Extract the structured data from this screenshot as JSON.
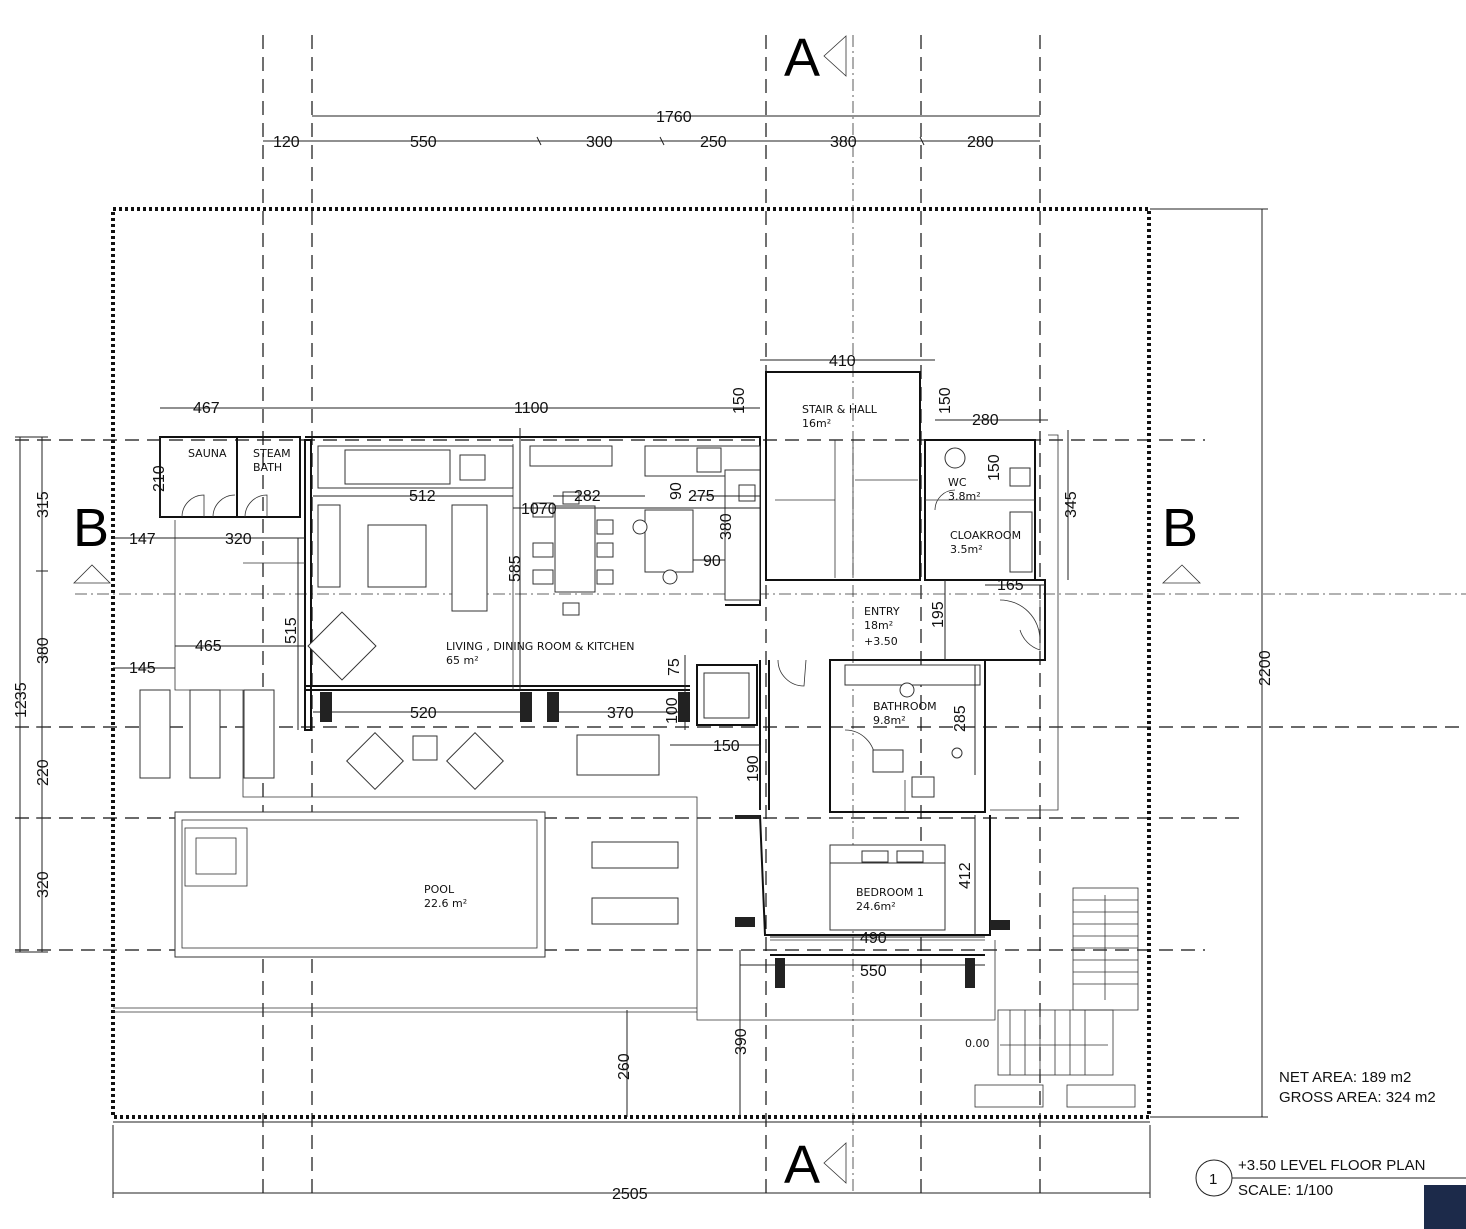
{
  "sections": {
    "a_top": "A",
    "a_bottom": "A",
    "b_left": "B",
    "b_right": "B"
  },
  "top_dims": {
    "overall": "1760",
    "d1": "120",
    "d2": "550",
    "d3": "300",
    "d4": "250",
    "d5": "380",
    "d6": "280"
  },
  "left_dims": {
    "overall": "1235",
    "d1": "315",
    "d2": "380",
    "d3": "220",
    "d4": "320"
  },
  "right_dims": {
    "overall": "2200",
    "d1": "345"
  },
  "bottom_dims": {
    "overall": "2505",
    "d1": "260",
    "d2": "390"
  },
  "interior_dims": {
    "d467": "467",
    "d1100": "1100",
    "d410": "410",
    "d150a": "150",
    "d150b": "150",
    "d280": "280",
    "d210": "210",
    "d512": "512",
    "d1070": "1070",
    "d282": "282",
    "d90a": "90",
    "d275": "275",
    "d380": "380",
    "d90b": "90",
    "d150c": "150",
    "d147": "147",
    "d320": "320",
    "d585": "585",
    "d515": "515",
    "d465": "465",
    "d145": "145",
    "d75": "75",
    "d520": "520",
    "d370": "370",
    "d100": "100",
    "d150d": "150",
    "d190": "190",
    "d195": "195",
    "d165": "165",
    "d285": "285",
    "d412": "412",
    "d490": "490",
    "d550": "550"
  },
  "rooms": {
    "sauna": "SAUNA",
    "steam1": "STEAM",
    "steam2": "BATH",
    "stair_name": "STAIR & HALL",
    "stair_area": "16m²",
    "wc_name": "WC",
    "wc_area": "3.8m²",
    "cloak_name": "CLOAKROOM",
    "cloak_area": "3.5m²",
    "entry_name": "ENTRY",
    "entry_area": "18m²",
    "entry_level": "+3.50",
    "living_name": "LIVING , DINING ROOM & KITCHEN",
    "living_area": "65 m²",
    "bath_name": "BATHROOM",
    "bath_area": "9.8m²",
    "bed_name": "BEDROOM 1",
    "bed_area": "24.6m²",
    "pool_name": "POOL",
    "pool_area": "22.6 m²",
    "ground_level": "0.00"
  },
  "areas": {
    "net": "NET AREA: 189 m2",
    "gross": "GROSS AREA: 324 m2"
  },
  "title_block": {
    "number": "1",
    "title": "+3.50 LEVEL FLOOR PLAN",
    "scale": "SCALE: 1/100"
  }
}
